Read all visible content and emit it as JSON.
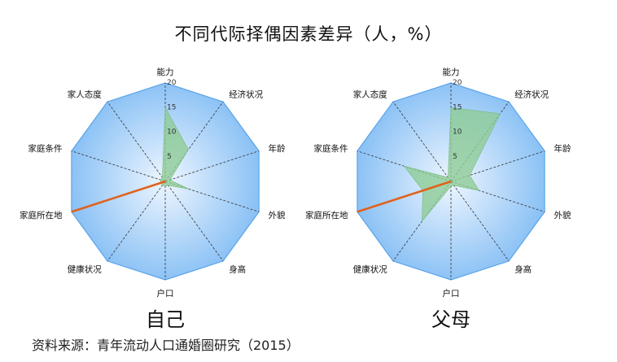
{
  "title": "不同代际择偶因素差异（人，%）",
  "source": "资料来源：青年流动人口通婚圈研究（2015）",
  "colors": {
    "polygon_fill_center": "#eef6ff",
    "polygon_fill_edge": "#8cc2f5",
    "polygon_stroke": "#5aa4ea",
    "series_fill": "#8fcc96",
    "highlight": "#e0621c",
    "spoke": "#333333"
  },
  "chart_data": [
    {
      "type": "radar",
      "caption": "自己",
      "axes": [
        "能力",
        "经济状况",
        "年龄",
        "外貌",
        "身高",
        "户口",
        "健康状况",
        "家庭所在地",
        "家庭条件",
        "家人态度"
      ],
      "r_ticks": [
        "5",
        "10",
        "15",
        "20"
      ],
      "r_range": [
        0,
        20
      ],
      "series": [
        {
          "values": [
            15,
            8,
            1,
            5,
            1,
            1,
            1,
            1,
            1,
            1
          ]
        }
      ],
      "highlight_axis": "家庭所在地",
      "highlight_value": 20
    },
    {
      "type": "radar",
      "caption": "父母",
      "axes": [
        "能力",
        "经济状况",
        "年龄",
        "外貌",
        "身高",
        "户口",
        "健康状况",
        "家庭所在地",
        "家庭条件",
        "家人态度"
      ],
      "r_ticks": [
        "5",
        "10",
        "15",
        "20"
      ],
      "r_range": [
        0,
        20
      ],
      "series": [
        {
          "values": [
            15,
            17,
            4,
            6,
            1,
            1,
            10,
            6,
            10,
            1
          ]
        }
      ],
      "highlight_axis": "家庭所在地",
      "highlight_value": 20
    }
  ]
}
